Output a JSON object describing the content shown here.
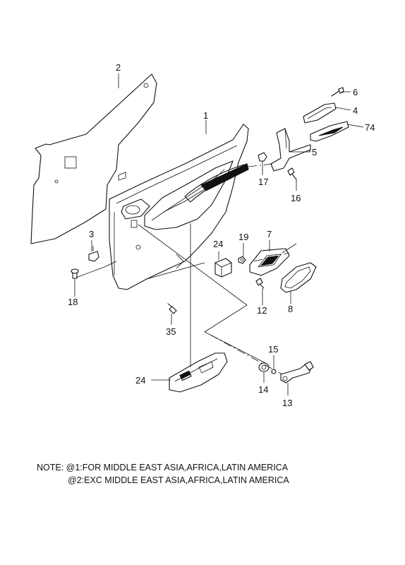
{
  "callouts": {
    "c1": "1",
    "c2": "2",
    "c3": "3",
    "c4": "4",
    "c5": "5",
    "c6": "6",
    "c7": "7",
    "c8": "8",
    "c12": "12",
    "c13": "13",
    "c14": "14",
    "c15": "15",
    "c16": "16",
    "c17": "17",
    "c18": "18",
    "c19": "19",
    "c24a": "24",
    "c24b": "24",
    "c35": "35",
    "c74": "74"
  },
  "notes": {
    "line1": "NOTE: @1:FOR MIDDLE EAST ASIA,AFRICA,LATIN AMERICA",
    "line2": "@2:EXC MIDDLE EAST ASIA,AFRICA,LATIN AMERICA"
  }
}
